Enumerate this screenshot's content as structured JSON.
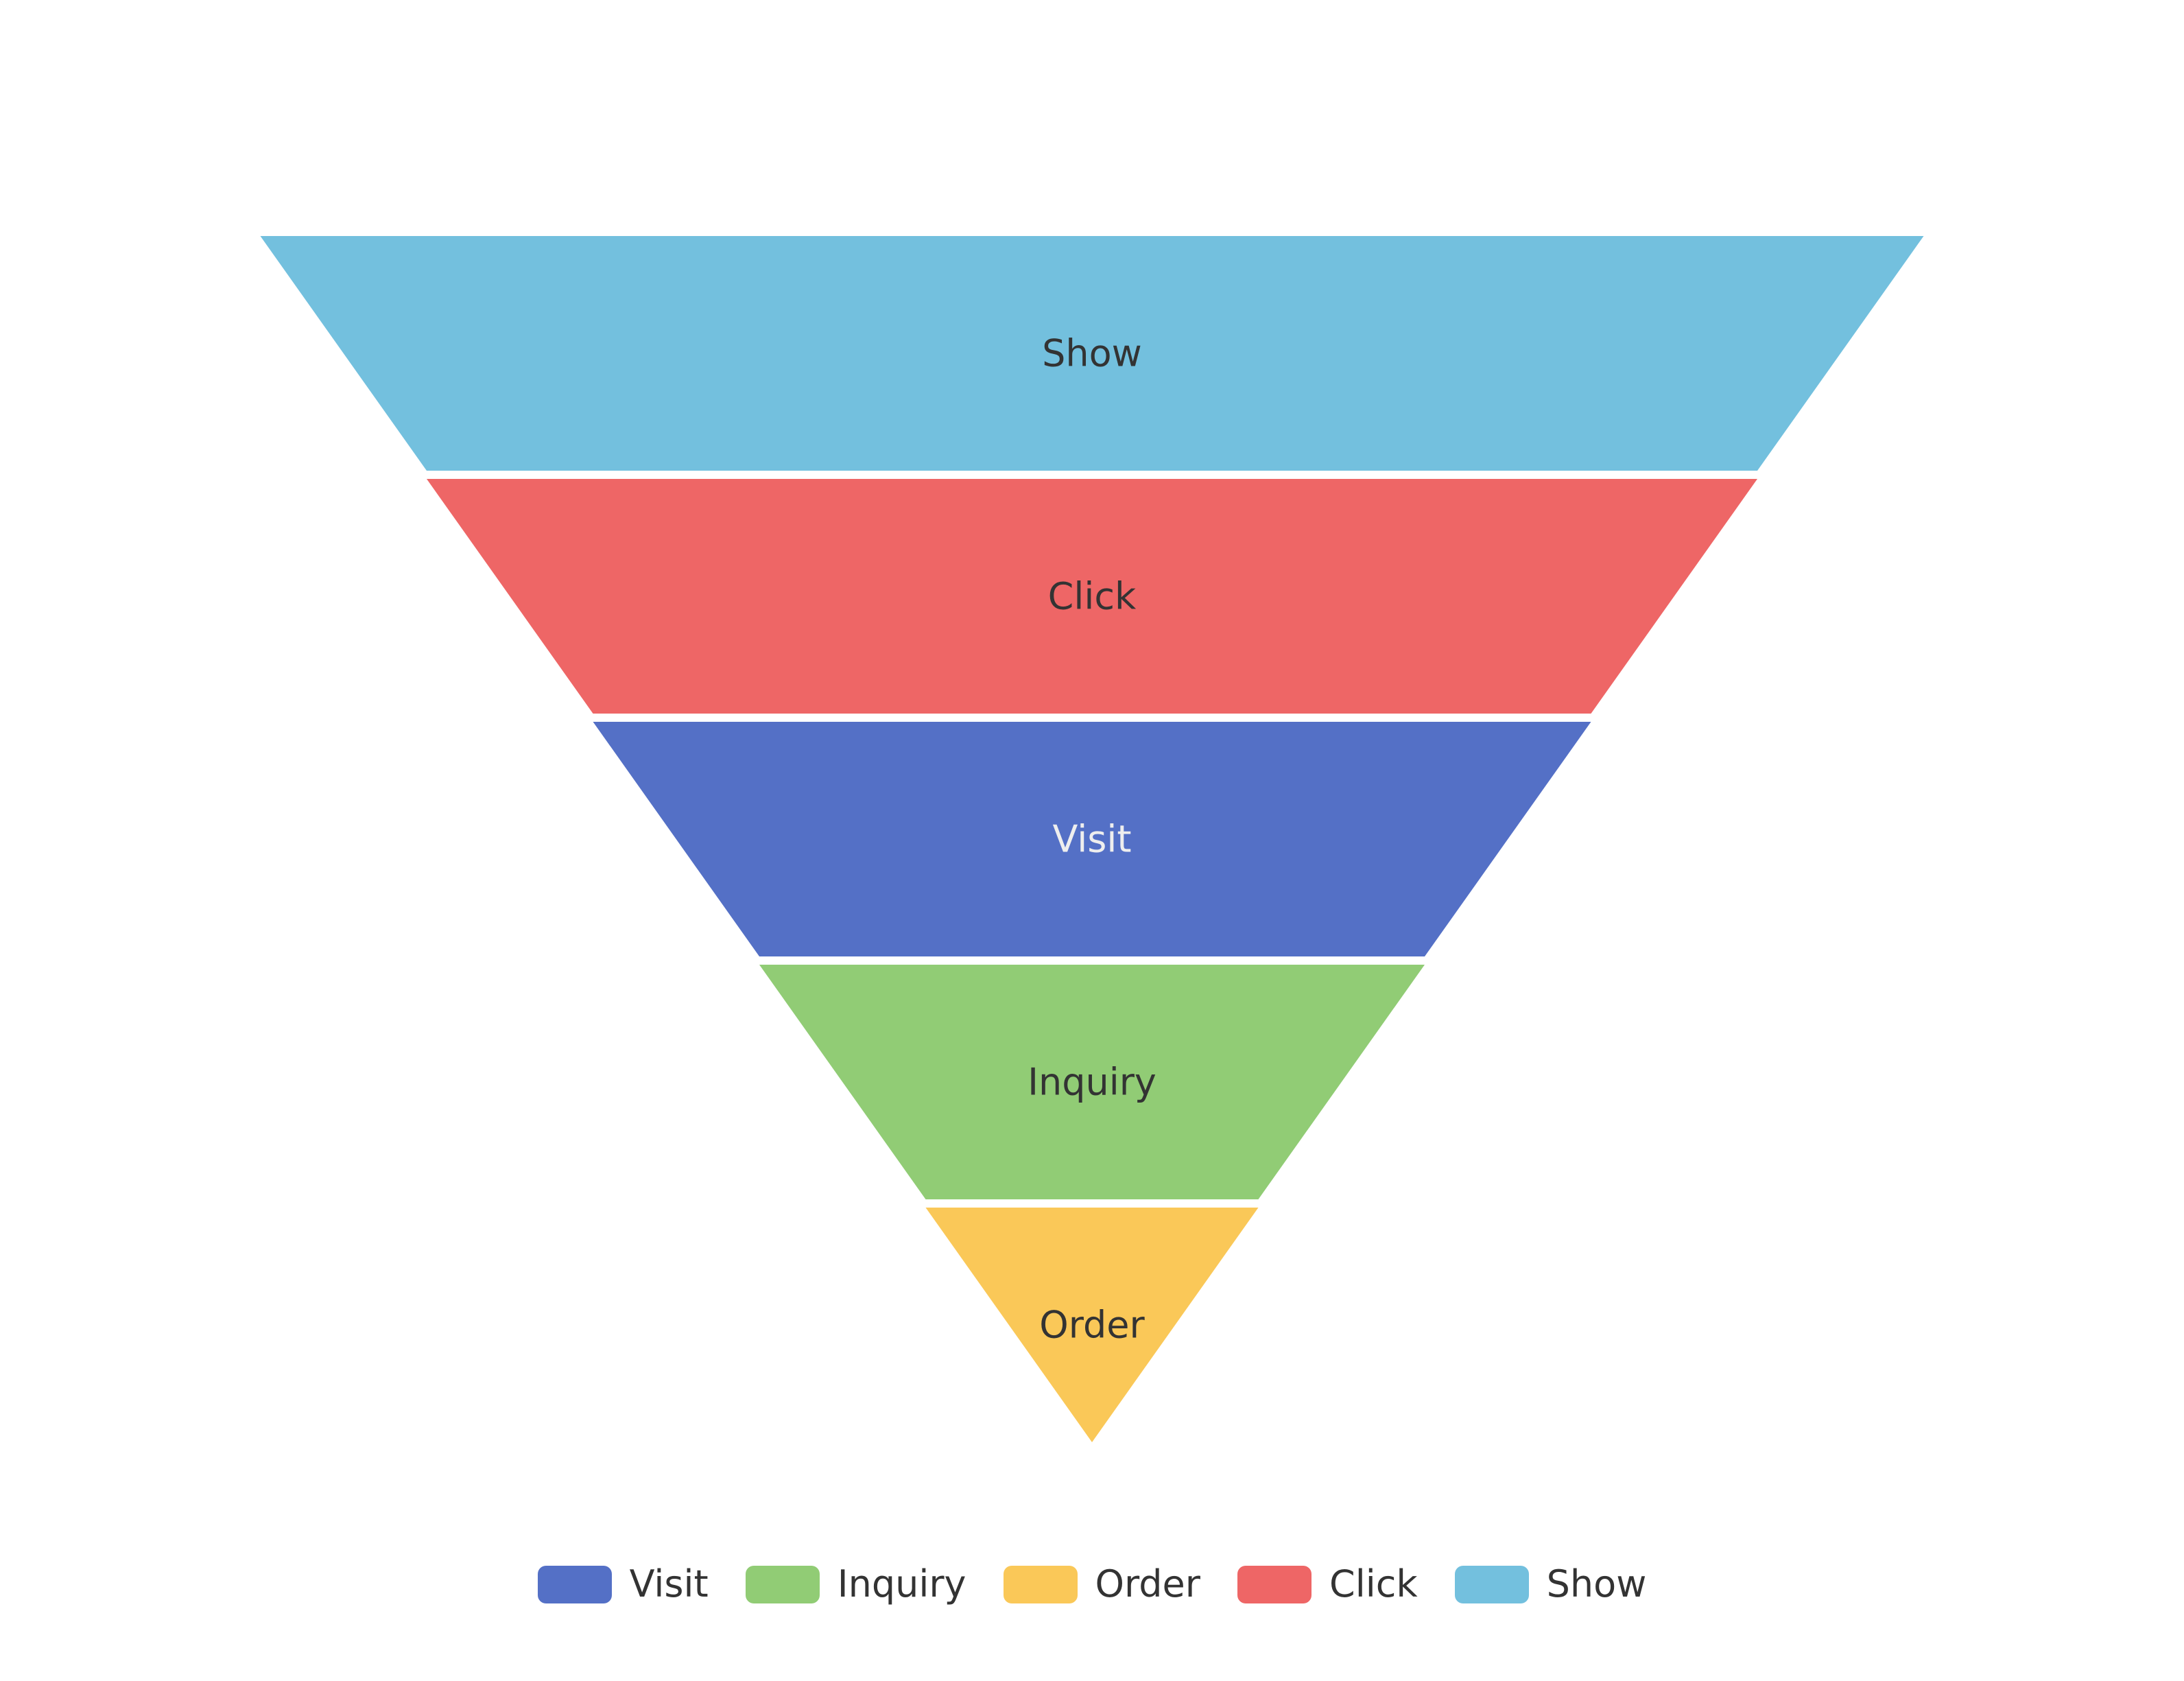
{
  "chart_data": {
    "type": "funnel",
    "title": "",
    "sort": "descending",
    "min": 0,
    "max": 100,
    "series": [
      {
        "name": "Show",
        "value": 100,
        "color": "#73c0de",
        "label_color": "#333333"
      },
      {
        "name": "Click",
        "value": 80,
        "color": "#ee6666",
        "label_color": "#333333"
      },
      {
        "name": "Visit",
        "value": 60,
        "color": "#5470c6",
        "label_color": "#eeeeee"
      },
      {
        "name": "Inquiry",
        "value": 40,
        "color": "#91cc75",
        "label_color": "#333333"
      },
      {
        "name": "Order",
        "value": 20,
        "color": "#fac858",
        "label_color": "#333333"
      }
    ],
    "legend": {
      "placement": "bottom-center",
      "items": [
        {
          "name": "Visit",
          "color": "#5470c6"
        },
        {
          "name": "Inquiry",
          "color": "#91cc75"
        },
        {
          "name": "Order",
          "color": "#fac858"
        },
        {
          "name": "Click",
          "color": "#ee6666"
        },
        {
          "name": "Show",
          "color": "#73c0de"
        }
      ]
    },
    "label_position": "inside"
  }
}
